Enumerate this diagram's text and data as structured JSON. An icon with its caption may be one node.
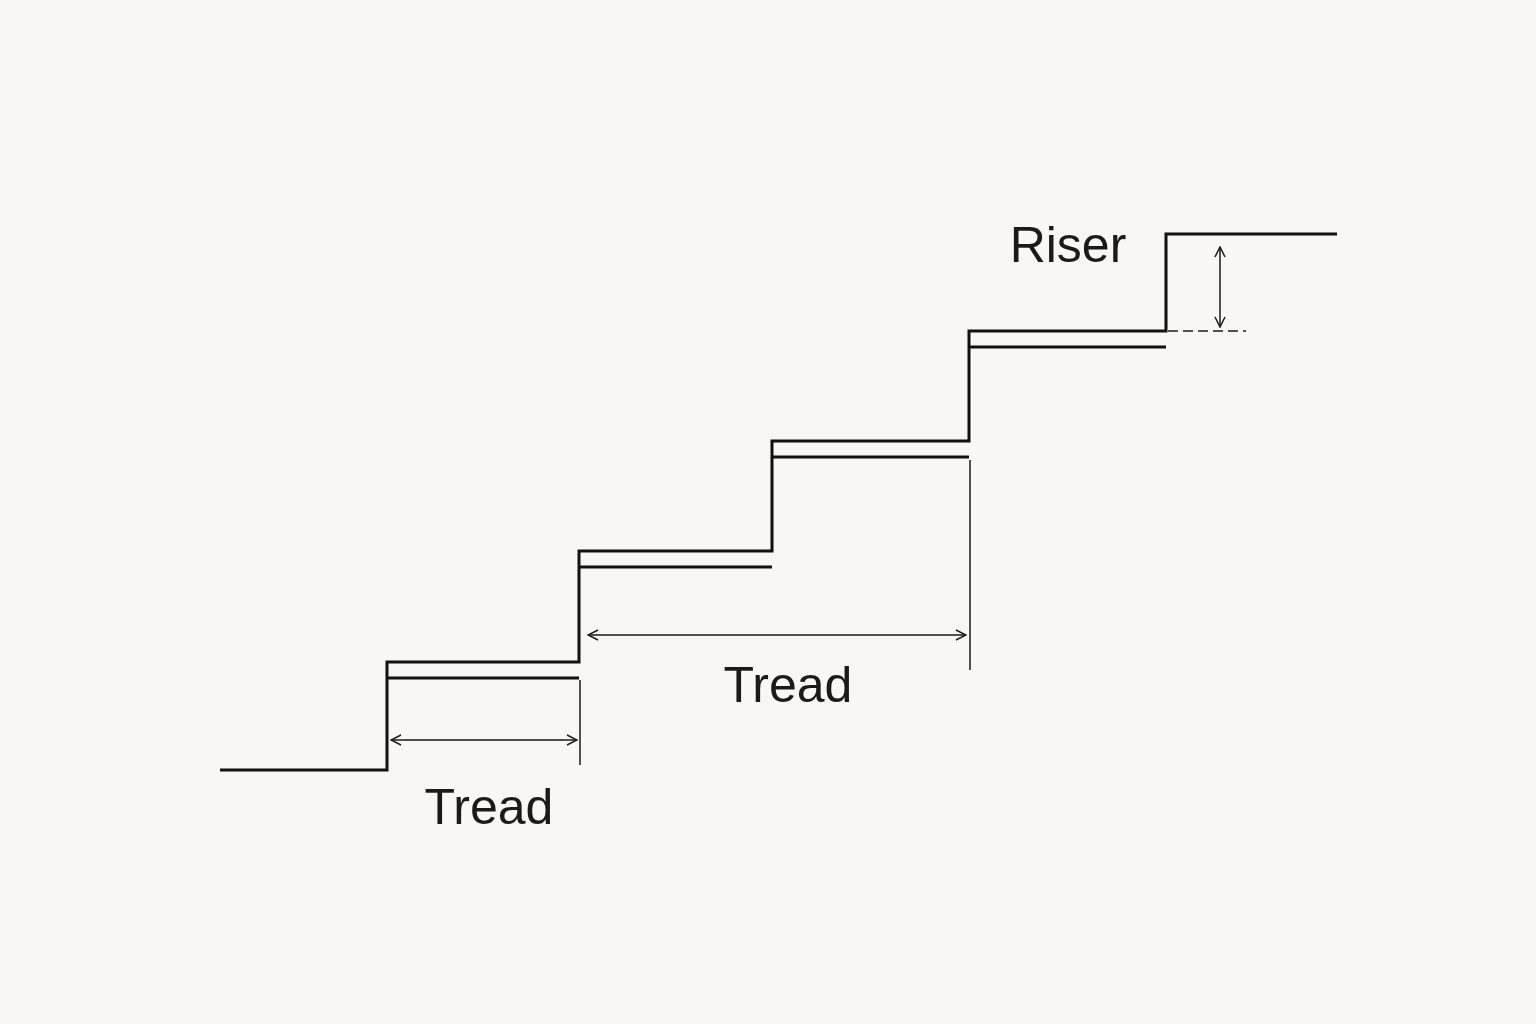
{
  "diagram": {
    "labels": [
      "Riser",
      "Tread",
      "Tread"
    ]
  }
}
